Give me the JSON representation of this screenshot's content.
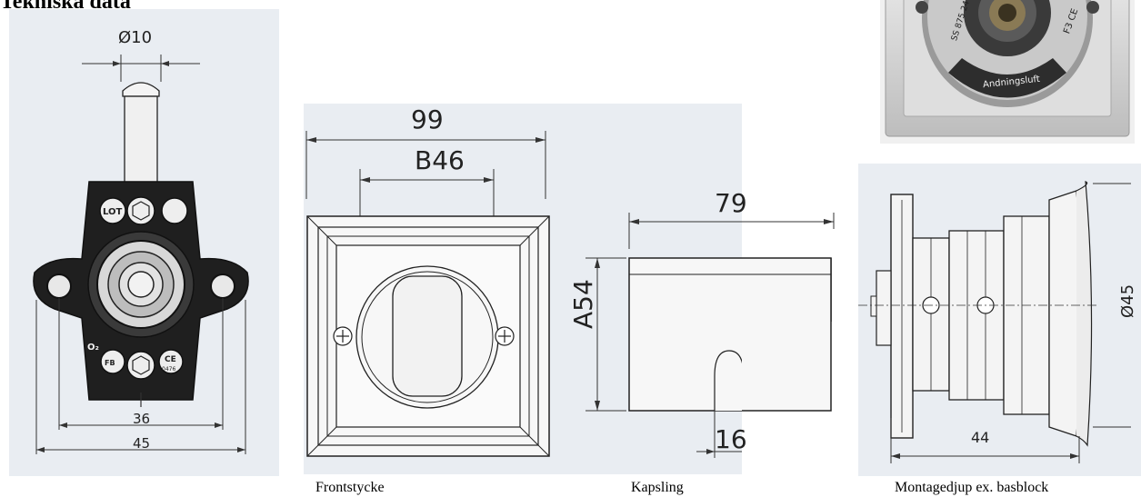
{
  "page": {
    "heading": "Tekniska data"
  },
  "drawing_a": {
    "diameter_label": "Ø10",
    "dim_inner": "36",
    "dim_outer": "45",
    "marking_lot": "LOT",
    "marking_o2": "O₂",
    "marking_fb": "FB",
    "marking_ce": "CE",
    "marking_code": "0476"
  },
  "drawing_front": {
    "dim_width": "99",
    "dim_bore": "B46",
    "caption": "Frontstycke"
  },
  "drawing_case": {
    "dim_depth": "79",
    "dim_height": "A54",
    "dim_slot": "16",
    "caption": "Kapsling"
  },
  "photo": {
    "label_ring": "Andningsluft",
    "label_std": "SS 875 24",
    "label_mark": "F3 CE"
  },
  "drawing_side": {
    "dim_depth": "44",
    "dim_diameter": "Ø45",
    "caption": "Montagedjup ex. basblock"
  }
}
